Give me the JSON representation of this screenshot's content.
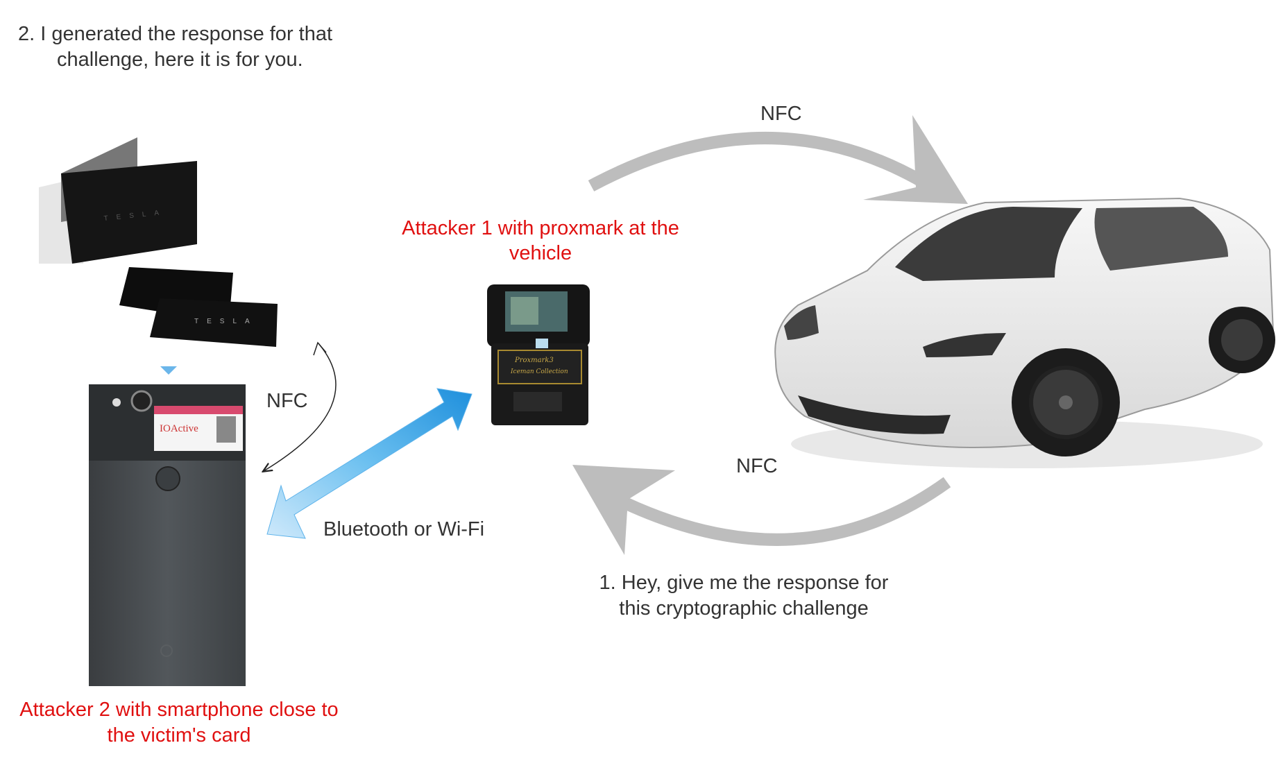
{
  "step2": {
    "line1": "2. I generated the response for that",
    "line2": "challenge, here it is for you."
  },
  "step1": {
    "line1": "1. Hey, give me the response for",
    "line2": "this cryptographic challenge"
  },
  "attacker1": {
    "line1": "Attacker 1 with proxmark at the",
    "line2": "vehicle"
  },
  "attacker2": {
    "line1": "Attacker 2 with smartphone close to",
    "line2": "the victim's card"
  },
  "links": {
    "nfc_top": "NFC",
    "nfc_bottom": "NFC",
    "nfc_card": "NFC",
    "relay": "Bluetooth or Wi-Fi"
  },
  "images": {
    "card_brand": "TESLA",
    "phone_sticker": "IOActive"
  },
  "colors": {
    "label": "#333333",
    "attacker": "#e01010",
    "nfc_arrow": "#b8b8b8",
    "relay_arrow": "#3aa6e8"
  }
}
